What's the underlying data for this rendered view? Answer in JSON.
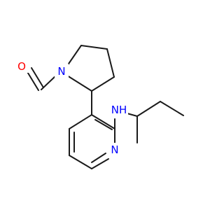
{
  "molecule": {
    "atoms": {
      "O": {
        "symbol": "O",
        "color": "#ff0000"
      },
      "N1": {
        "symbol": "N",
        "color": "#0000ff"
      },
      "NH": {
        "symbol": "NH",
        "color": "#0000ff"
      },
      "N2": {
        "symbol": "N",
        "color": "#0000ff"
      }
    },
    "bond_color": "#1a1a1a"
  }
}
